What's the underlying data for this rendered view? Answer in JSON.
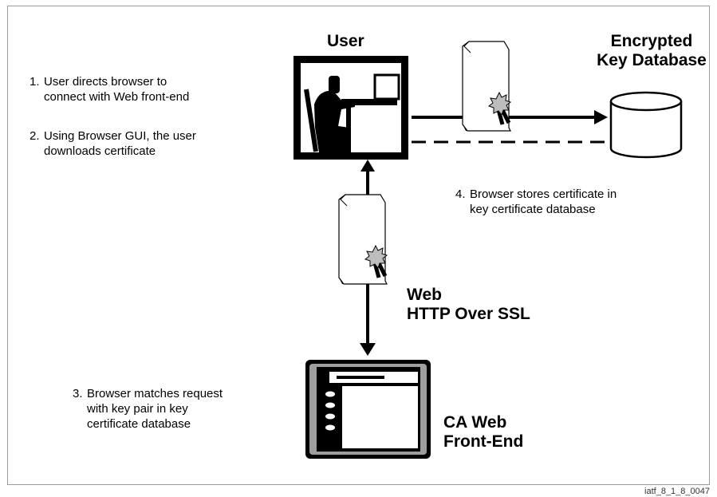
{
  "steps": [
    {
      "num": "1.",
      "lines": [
        "User directs browser to",
        "connect with Web front-end"
      ]
    },
    {
      "num": "2.",
      "lines": [
        "Using Browser GUI, the user",
        "downloads certificate"
      ]
    },
    {
      "num": "3.",
      "lines": [
        "Browser matches request",
        "with key pair in key",
        "certificate database"
      ]
    },
    {
      "num": "4.",
      "lines": [
        "Browser stores certificate in",
        "key certificate database"
      ]
    }
  ],
  "labels": {
    "user": "User",
    "database": [
      "Encrypted",
      "Key Database"
    ],
    "channel": [
      "Web",
      "HTTP Over SSL"
    ],
    "frontend": [
      "CA Web",
      "Front-End"
    ]
  },
  "figure_id": "iatf_8_1_8_0047",
  "icons": [
    "user-workstation-icon",
    "database-cylinder-icon",
    "certificate-icon",
    "web-front-end-icon"
  ]
}
